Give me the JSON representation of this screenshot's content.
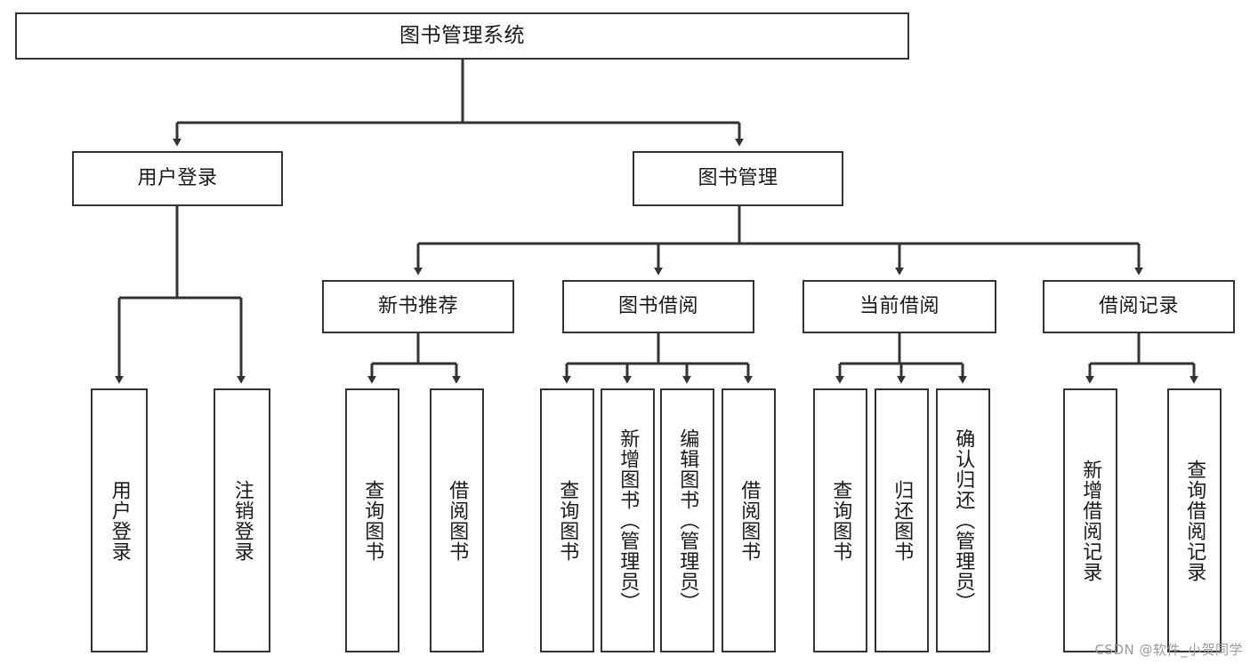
{
  "diagram": {
    "title": "图书管理系统",
    "type": "tree",
    "root": {
      "label": "图书管理系统"
    },
    "level2": [
      {
        "label": "用户登录"
      },
      {
        "label": "图书管理"
      }
    ],
    "level3": [
      {
        "label": "新书推荐"
      },
      {
        "label": "图书借阅"
      },
      {
        "label": "当前借阅"
      },
      {
        "label": "借阅记录"
      }
    ],
    "leaves": {
      "user_login": [
        {
          "label": "用户登录"
        },
        {
          "label": "注销登录"
        }
      ],
      "new_book_recommend": [
        {
          "label": "查询图书"
        },
        {
          "label": "借阅图书"
        }
      ],
      "book_borrow": [
        {
          "label": "查询图书"
        },
        {
          "label": "新增图书（管理员）"
        },
        {
          "label": "编辑图书（管理员）"
        },
        {
          "label": "借阅图书"
        }
      ],
      "current_borrow": [
        {
          "label": "查询图书"
        },
        {
          "label": "归还图书"
        },
        {
          "label": "确认归还（管理员）"
        }
      ],
      "borrow_record": [
        {
          "label": "新增借阅记录"
        },
        {
          "label": "查询借阅记录"
        }
      ]
    }
  },
  "watermark": "CSDN @软件_小贺同学",
  "colors": {
    "stroke": "#333333",
    "box_fill": "#ffffff",
    "text": "#1a1a1a",
    "watermark": "#9a9a9a"
  }
}
